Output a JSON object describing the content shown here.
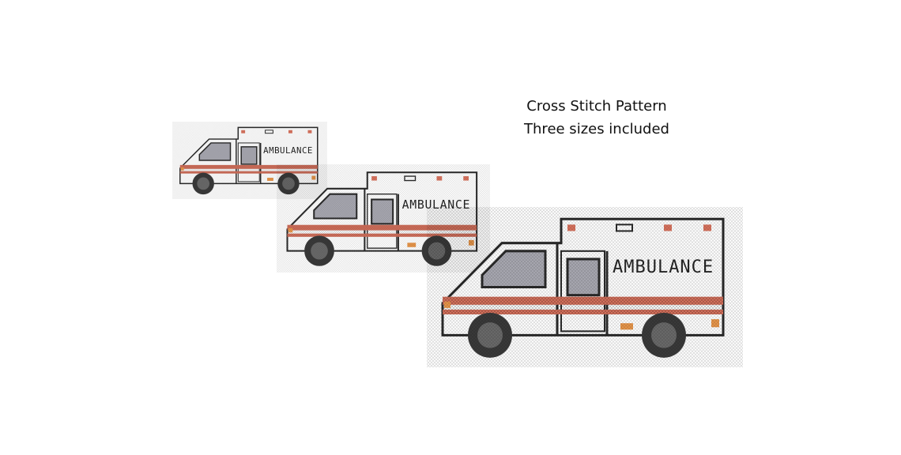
{
  "caption": {
    "line1": "Cross Stitch Pattern",
    "line2": "Three sizes included"
  },
  "ambulances": [
    {
      "size": "small",
      "label": "AMBULANCE"
    },
    {
      "size": "medium",
      "label": "AMBULANCE"
    },
    {
      "size": "large",
      "label": "AMBULANCE"
    }
  ],
  "colors": {
    "outline": "#2a2a2a",
    "stripe": "#d9735e",
    "window": "#a9a9b2",
    "tire": "#3a3a3a",
    "accent": "#e8964a",
    "body": "#ffffff"
  }
}
